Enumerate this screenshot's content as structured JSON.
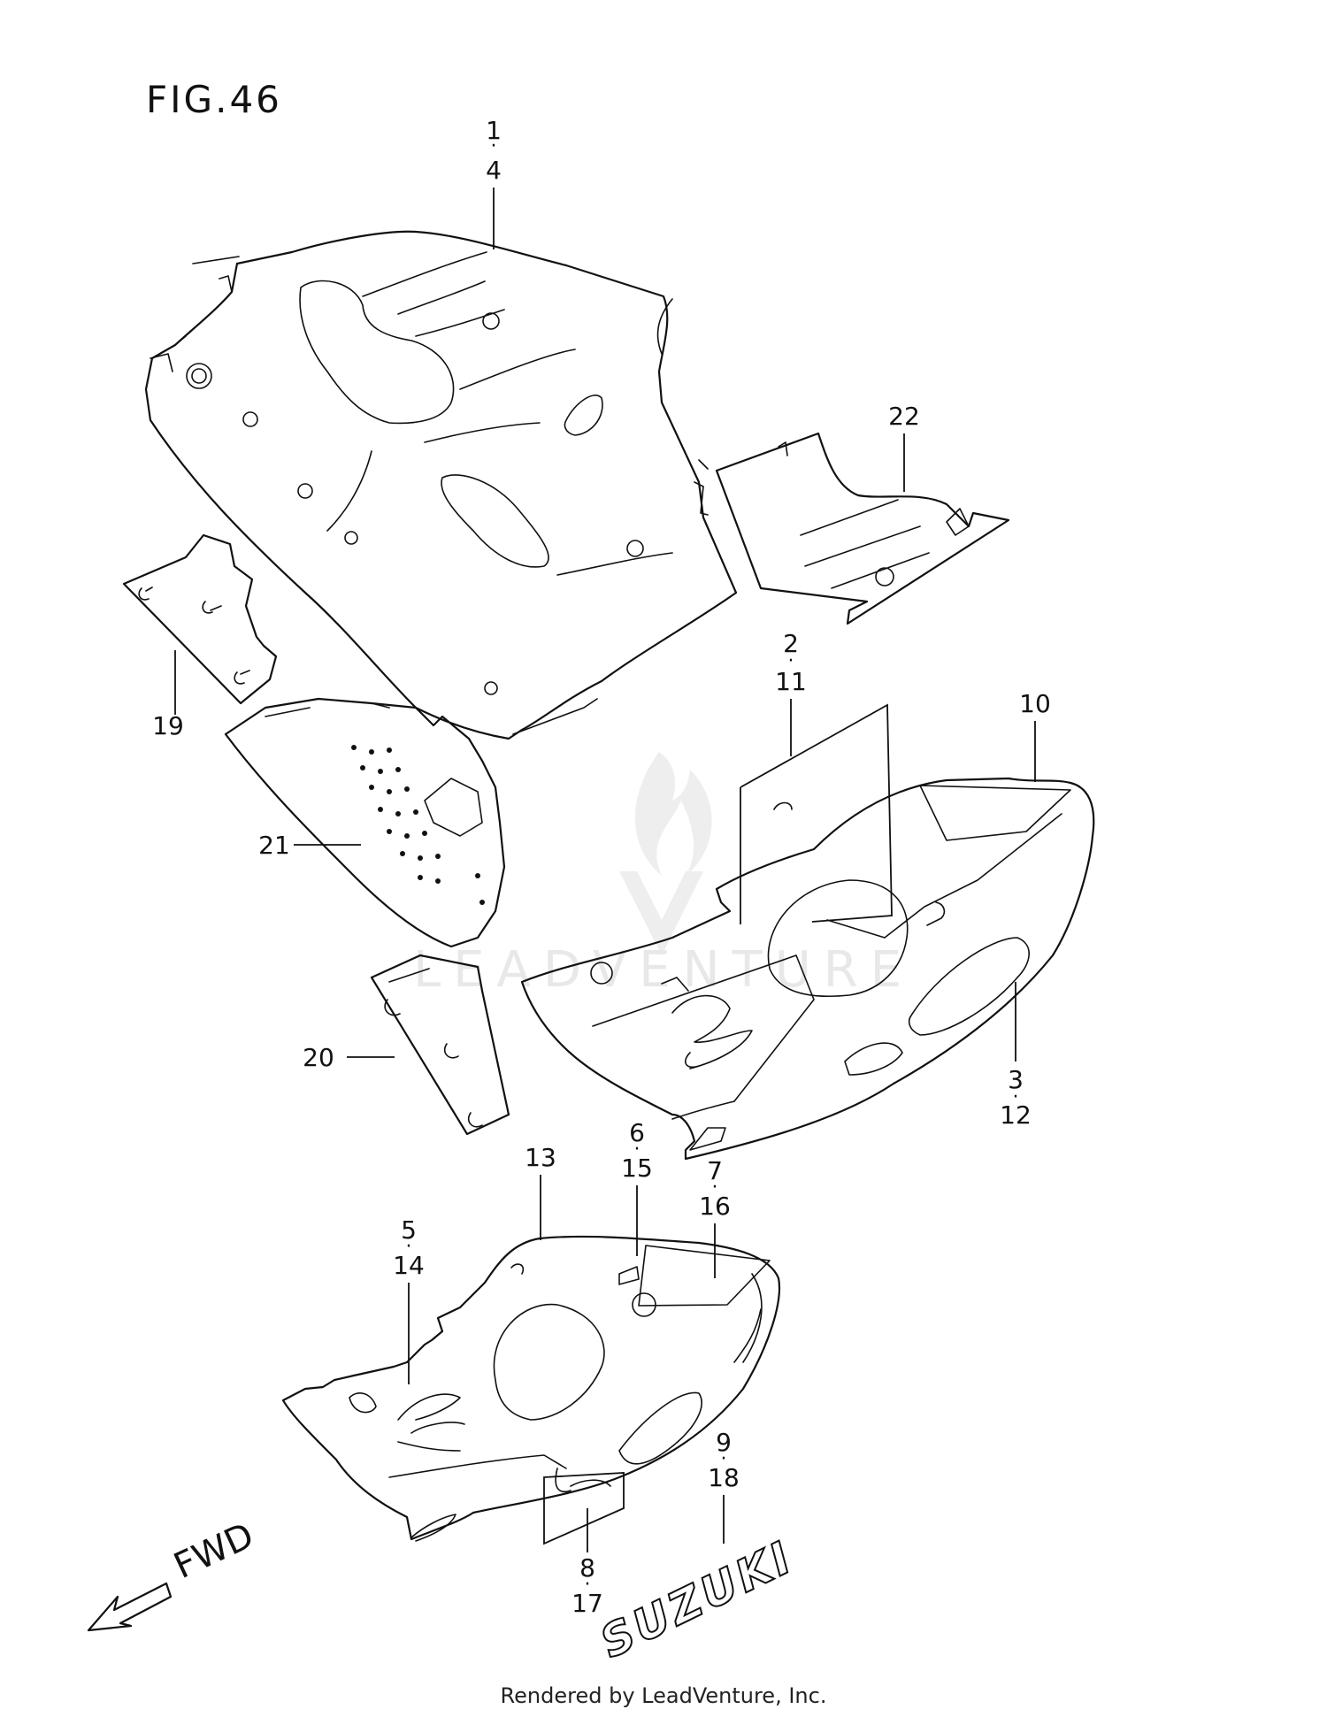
{
  "figure_label": "FIG.46",
  "direction_label": "FWD",
  "brand_decal_text": "SUZUKI",
  "watermark_text": "LEADVENTURE",
  "credit": "Rendered by LeadVenture, Inc.",
  "callouts": {
    "c1": "1",
    "c4": "4",
    "c22": "22",
    "c19": "19",
    "c2": "2",
    "c11": "11",
    "c10": "10",
    "c21": "21",
    "c20": "20",
    "c3": "3",
    "c12": "12",
    "c13": "13",
    "c6": "6",
    "c15": "15",
    "c7": "7",
    "c16": "16",
    "c5": "5",
    "c14": "14",
    "c9": "9",
    "c18": "18",
    "c8": "8",
    "c17": "17"
  }
}
